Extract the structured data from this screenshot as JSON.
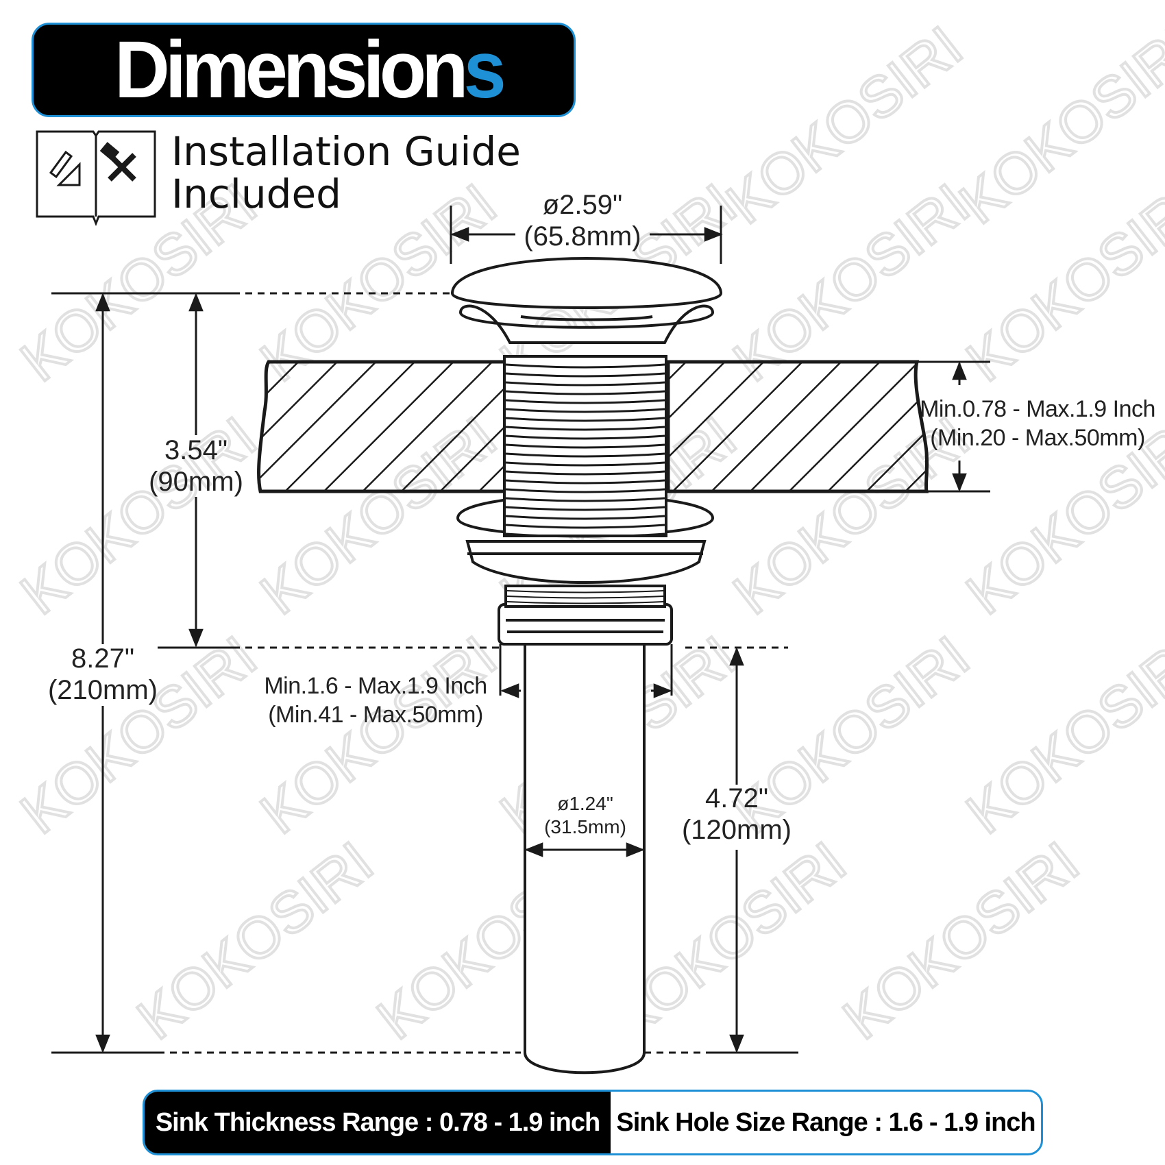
{
  "header": {
    "title_main": "Dimension",
    "title_accent": "s"
  },
  "guide": {
    "line1": "Installation Guide",
    "line2": "Included",
    "icon": "book-with-tools-icon"
  },
  "watermark": "KOKOSIRI",
  "dimensions": {
    "top_diameter": {
      "in": "ø2.59\"",
      "mm": "(65.8mm)"
    },
    "upper_height": {
      "in": "3.54\"",
      "mm": "(90mm)"
    },
    "total_height": {
      "in": "8.27\"",
      "mm": "(210mm)"
    },
    "sink_thickness": {
      "in": "Min.0.78 - Max.1.9 Inch",
      "mm": "(Min.20 - Max.50mm)"
    },
    "hole_size": {
      "in": "Min.1.6 - Max.1.9 Inch",
      "mm": "(Min.41 - Max.50mm)"
    },
    "pipe_diameter": {
      "in": "ø1.24\"",
      "mm": "(31.5mm)"
    },
    "pipe_length": {
      "in": "4.72\"",
      "mm": "(120mm)"
    }
  },
  "bottom_bar": {
    "left": "Sink Thickness Range : 0.78 - 1.9 inch",
    "right": "Sink Hole Size Range : 1.6 - 1.9 inch"
  },
  "colors": {
    "accent": "#1e90d6",
    "ink": "#1a1a1a",
    "bar": "#000000"
  }
}
